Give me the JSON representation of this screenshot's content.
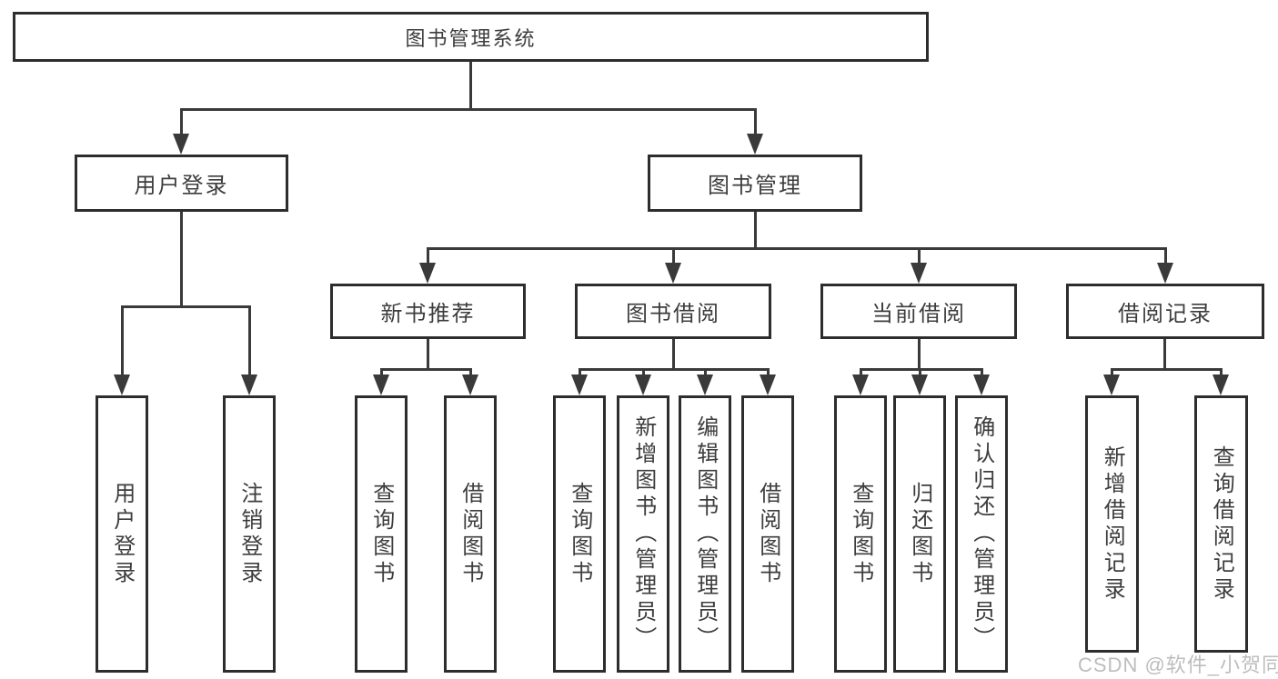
{
  "diagram": {
    "root": {
      "label": "图书管理系统"
    },
    "level2": [
      {
        "label": "用户登录"
      },
      {
        "label": "图书管理"
      }
    ],
    "level3": [
      {
        "label": "新书推荐"
      },
      {
        "label": "图书借阅"
      },
      {
        "label": "当前借阅"
      },
      {
        "label": "借阅记录"
      }
    ],
    "leaves": {
      "user_login": [
        "用户登录",
        "注销登录"
      ],
      "new_book_recommend": [
        "查询图书",
        "借阅图书"
      ],
      "book_borrow": [
        "查询图书",
        "新增图书（管理员）",
        "编辑图书（管理员）",
        "借阅图书"
      ],
      "current_borrow": [
        "查询图书",
        "归还图书",
        "确认归还（管理员）"
      ],
      "borrow_records": [
        "新增借阅记录",
        "查询借阅记录"
      ]
    }
  },
  "watermark": "CSDN @软件_小贺同学",
  "colors": {
    "line": "#3a3a3a",
    "border": "#2d2d2d",
    "text": "#3d3d3d",
    "watermark": "#bdbdbd",
    "background": "#ffffff"
  }
}
